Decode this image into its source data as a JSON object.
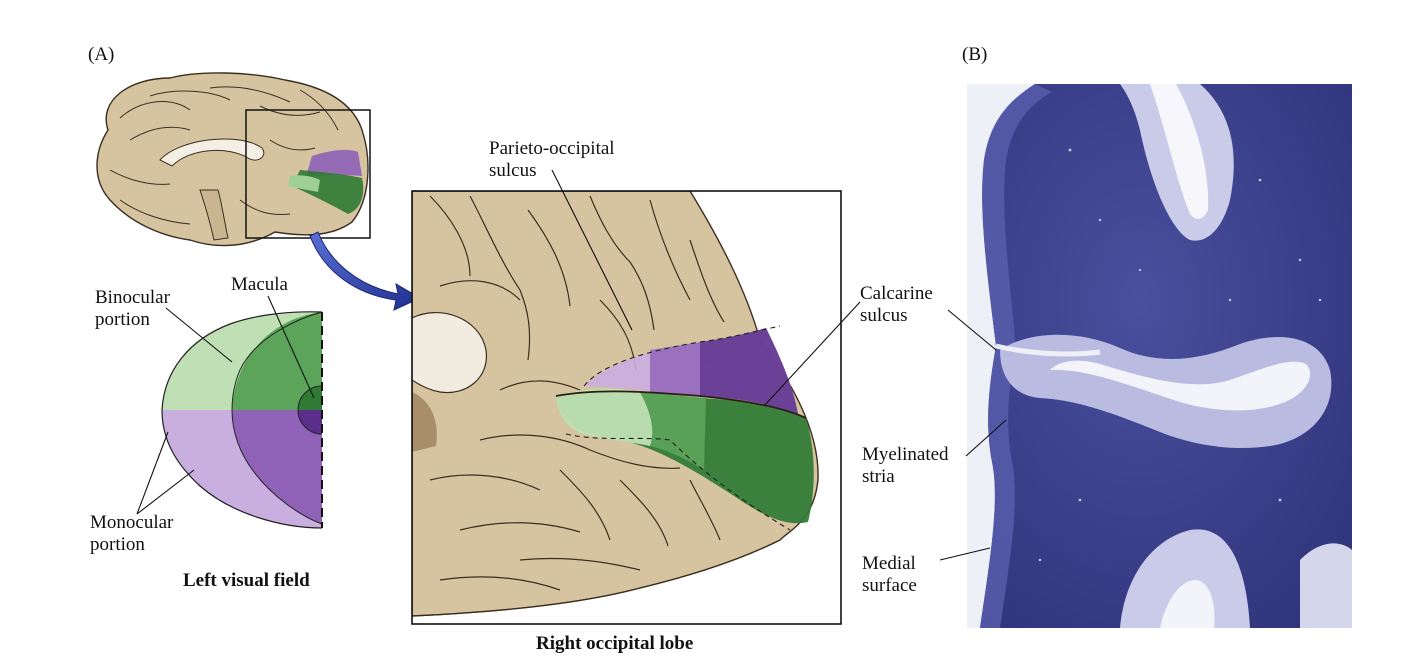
{
  "panel_a": {
    "label": "(A)",
    "visual_field": {
      "title": "Left visual field",
      "binocular": "Binocular\nportion",
      "macula": "Macula",
      "monocular": "Monocular\nportion"
    },
    "lobe": {
      "title": "Right occipital lobe",
      "parieto_occipital": "Parieto-occipital\nsulcus"
    }
  },
  "panel_b": {
    "label": "(B)",
    "calcarine": "Calcarine\nsulcus",
    "myelinated": "Myelinated\nstria",
    "medial": "Medial\nsurface"
  },
  "colors": {
    "brain_tan": "#d6c4a0",
    "binocular_light_green": "#bfe0b4",
    "macula_green": "#5ca45a",
    "dark_green": "#2f7a34",
    "light_purple": "#c9aee0",
    "purple": "#8f62b8",
    "dark_purple": "#5b2e8c",
    "stain_blue": "#3a3f8c",
    "arrow_blue": "#2b3fa8"
  }
}
